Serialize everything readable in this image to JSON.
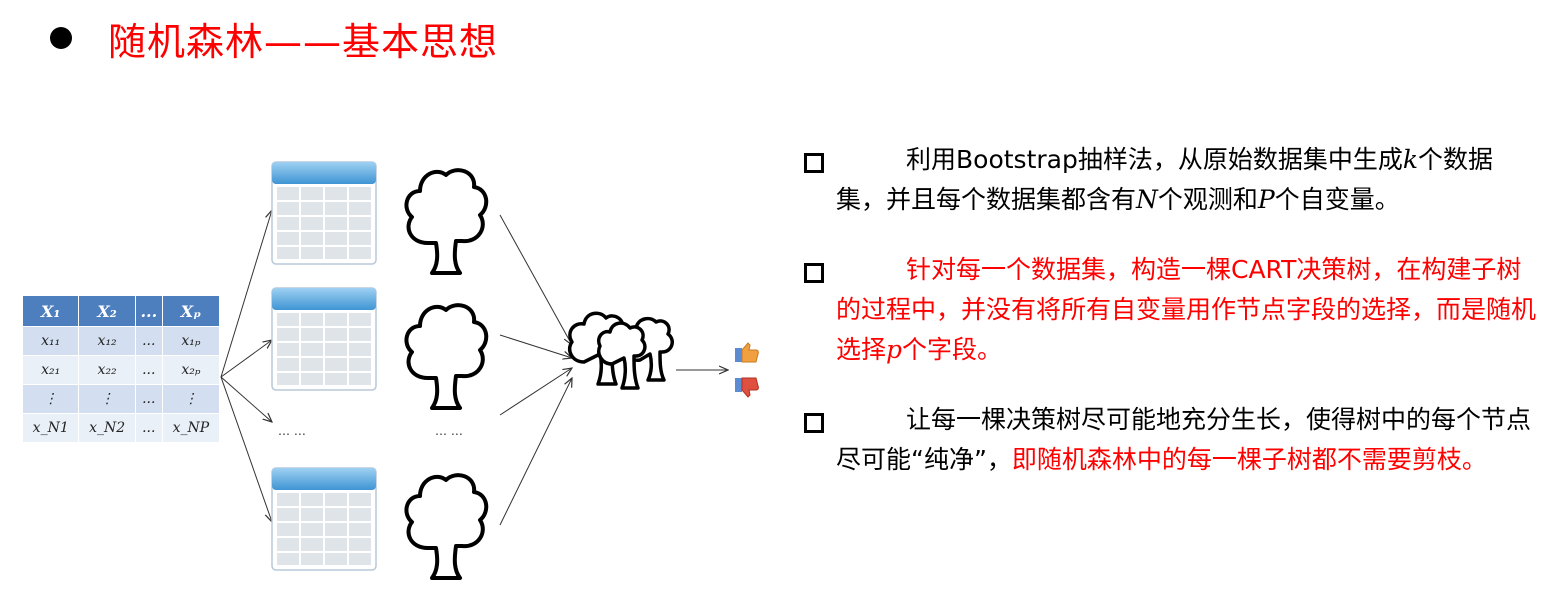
{
  "title": "随机森林——基本思想",
  "table": {
    "headers": [
      "X₁",
      "X₂",
      "...",
      "Xₚ"
    ],
    "rows": [
      [
        "x₁₁",
        "x₁₂",
        "...",
        "x₁ₚ"
      ],
      [
        "x₂₁",
        "x₂₂",
        "...",
        "x₂ₚ"
      ],
      [
        "⋮",
        "⋮",
        "...",
        "⋮"
      ],
      [
        "x_N1",
        "x_N2",
        "...",
        "x_NP"
      ]
    ]
  },
  "ellipsis_tables": "… …",
  "ellipsis_trees": "… …",
  "points": [
    {
      "segments": [
        {
          "text": "利用Bootstrap抽样法，从原始数据集中生成",
          "color": "black"
        },
        {
          "text": "k",
          "color": "black",
          "math": true
        },
        {
          "text": "个数据集，并且每个数据集都含有",
          "color": "black"
        },
        {
          "text": "N",
          "color": "black",
          "math": true
        },
        {
          "text": "个观测和",
          "color": "black"
        },
        {
          "text": "P",
          "color": "black",
          "math": true
        },
        {
          "text": "个自变量。",
          "color": "black"
        }
      ]
    },
    {
      "segments": [
        {
          "text": "针对每一个数据集，构造一棵CART决策树，在构建子树的过程中，并没有将所有自变量用作节点字段的选择，而是随机选择",
          "color": "red"
        },
        {
          "text": "p",
          "color": "red",
          "math": true
        },
        {
          "text": "个字段。",
          "color": "red"
        }
      ]
    },
    {
      "segments": [
        {
          "text": "让每一棵决策树尽可能地充分生长，使得树中的每个节点尽可能“纯净”，",
          "color": "black"
        },
        {
          "text": "即随机森林中的每一棵子树都不需要剪枝。",
          "color": "red"
        }
      ]
    }
  ],
  "colors": {
    "accent_red": "#ff0000",
    "table_header": "#4d7fbf",
    "table_row_odd": "#d3dff0",
    "table_row_even": "#eaf0f8",
    "thumb_up": "#f0a040",
    "thumb_down": "#e05040"
  }
}
